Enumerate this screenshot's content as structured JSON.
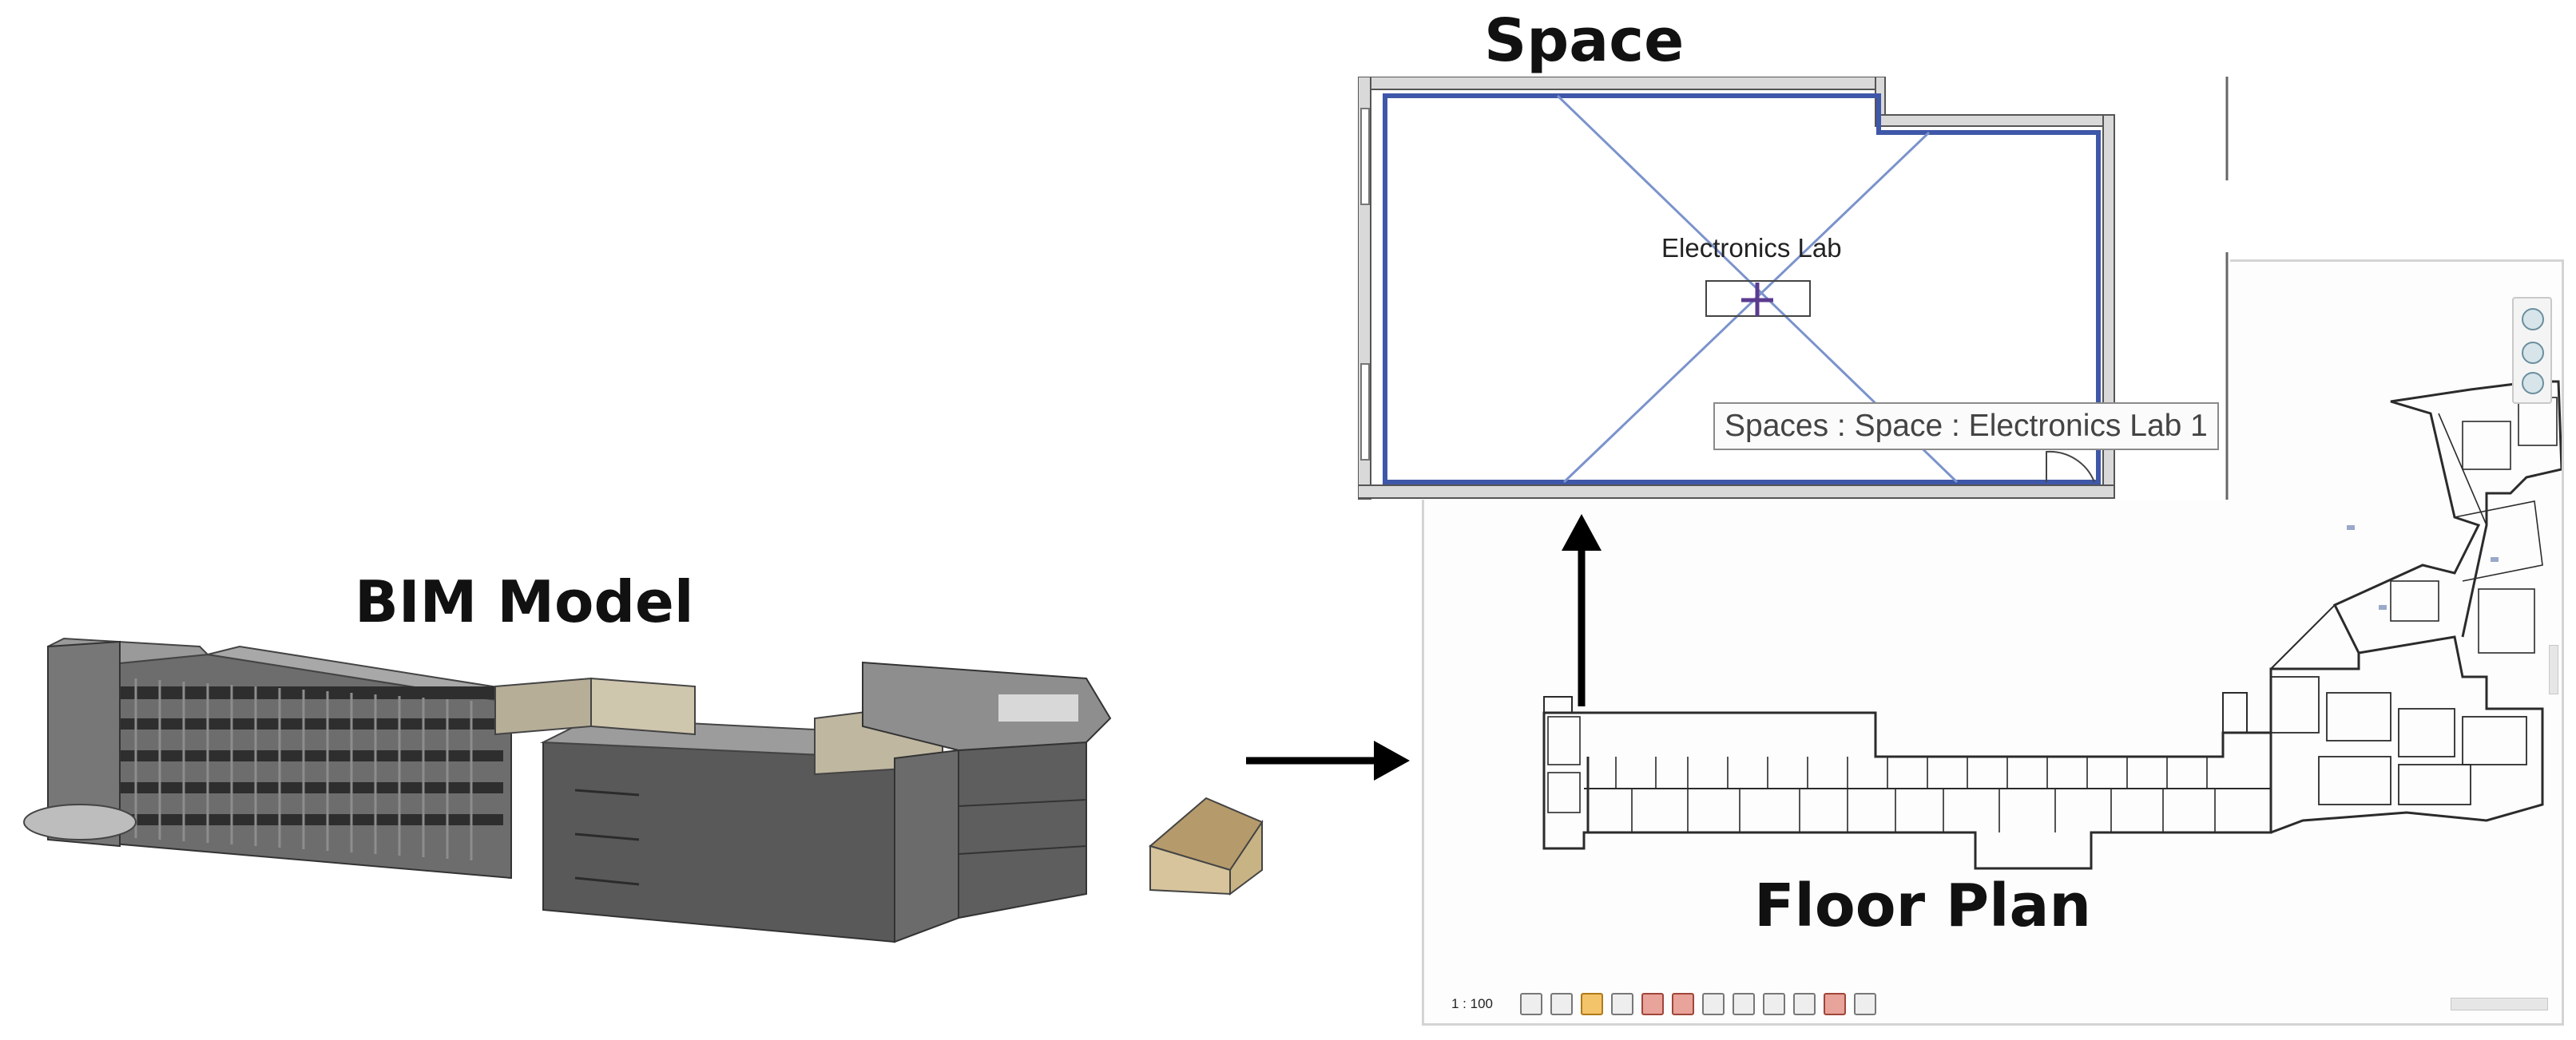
{
  "captions": {
    "bim_model": "BIM Model",
    "space": "Space",
    "floor_plan": "Floor Plan"
  },
  "space_view": {
    "room_name": "Electronics Lab",
    "tooltip": "Spaces : Space : Electronics Lab 1"
  },
  "floor_plan_view": {
    "scale": "1 : 100"
  },
  "colors": {
    "space_boundary": "#3f57a8",
    "space_diagonal": "#7b93cc",
    "arrow": "#000000",
    "caption": "#111111"
  }
}
